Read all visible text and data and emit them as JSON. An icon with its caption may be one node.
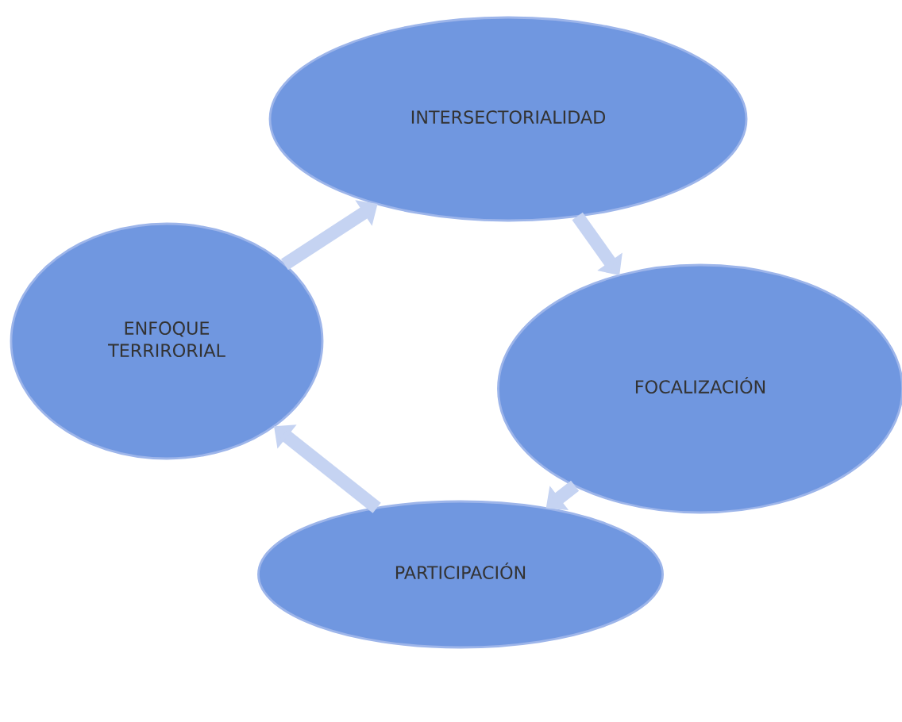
{
  "diagram": {
    "nodes": [
      {
        "text": [
          "INTERSECTORIALIDAD"
        ]
      },
      {
        "text": [
          "FOCALIZACIÓN"
        ]
      },
      {
        "text": [
          "PARTICIPACIÓN"
        ]
      },
      {
        "text": [
          "ENFOQUE TERRIRORIAL"
        ]
      }
    ],
    "edges": [
      {
        "from": 0,
        "to": 1,
        "arrow": "to"
      },
      {
        "from": 1,
        "to": 2,
        "arrow": "to"
      },
      {
        "from": 2,
        "to": 3,
        "arrow": "to"
      },
      {
        "from": 3,
        "to": 0,
        "arrow": "to"
      }
    ]
  }
}
